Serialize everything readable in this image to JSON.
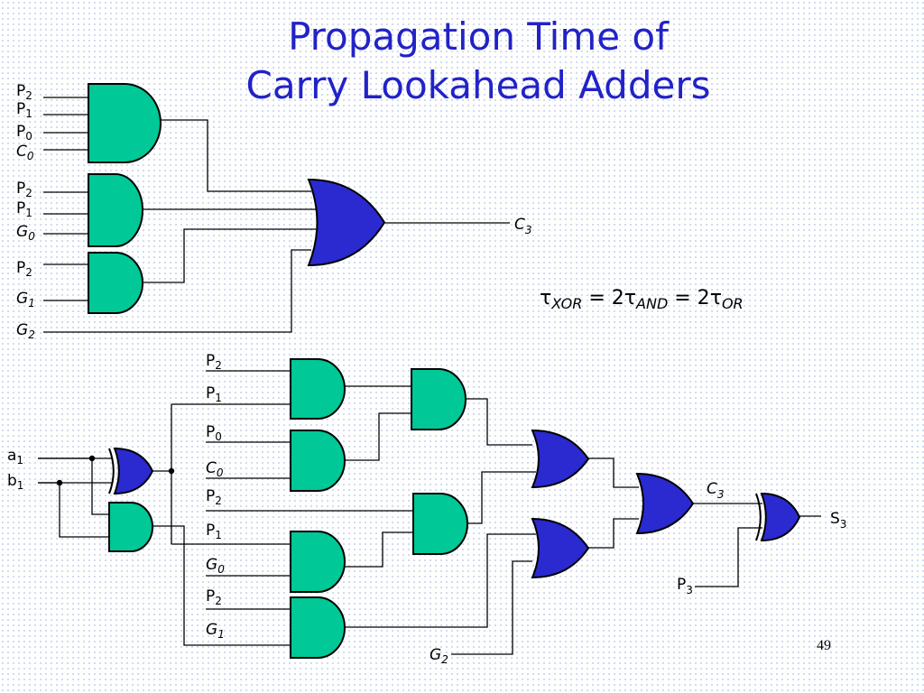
{
  "title": {
    "line1": "Propagation Time of",
    "line2": "Carry Lookahead Adders"
  },
  "equation": {
    "tau": "τ",
    "xor": "XOR",
    "eq1": " = 2",
    "and": "AND",
    "eq2": " = 2",
    "or": "OR"
  },
  "labels": {
    "P": "P",
    "C": "C",
    "G": "G",
    "S": "S",
    "a": "a",
    "b": "b",
    "s0": "0",
    "s1": "1",
    "s2": "2",
    "s3": "3"
  },
  "page_number": "49",
  "colors": {
    "and_gate": "#00c896",
    "or_gate": "#2a2ad0",
    "title": "#2222c8"
  }
}
